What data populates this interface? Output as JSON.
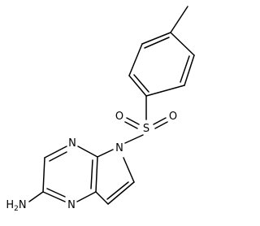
{
  "molecule": {
    "atoms": {
      "n_pyrrole": "N",
      "sulfur": "S",
      "oxygen_left": "O",
      "oxygen_right": "O",
      "n_pyrazine_top": "N",
      "n_pyrazine_bottom": "N",
      "amine": "H2N"
    }
  },
  "colors": {
    "bond": "#000000",
    "label": "#000000",
    "background": "#ffffff"
  }
}
